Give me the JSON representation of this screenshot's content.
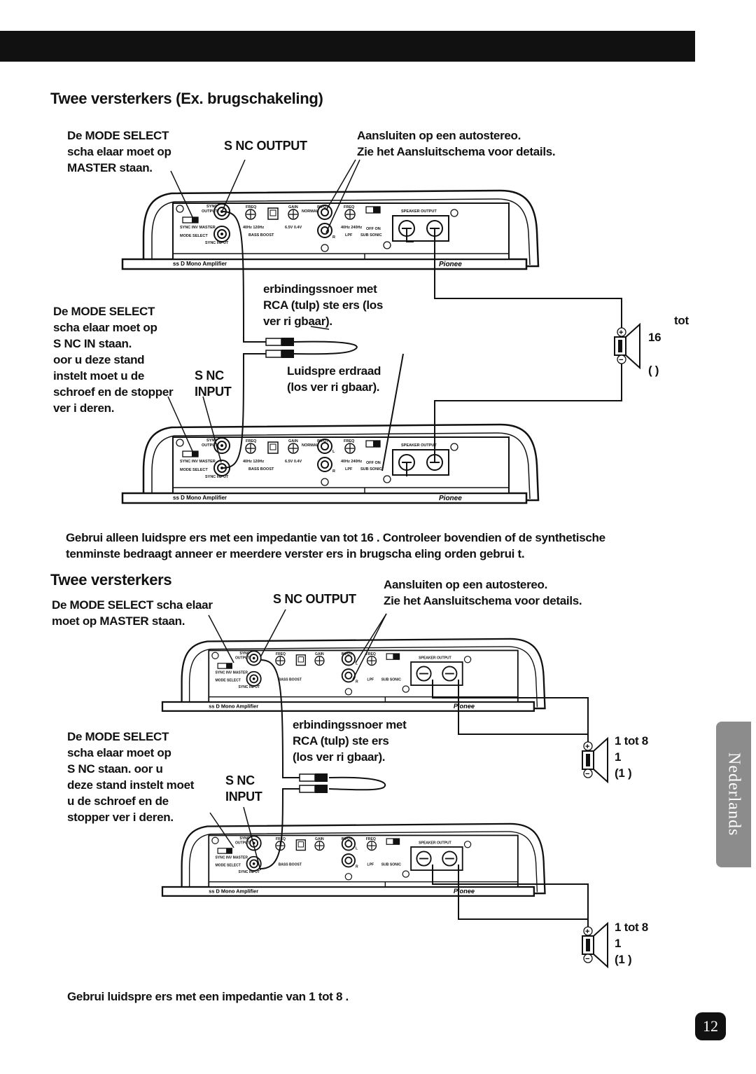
{
  "section1": {
    "title": "Twee versterkers (Ex. brugschakeling)",
    "mode_master": [
      "De MODE SELECT",
      "scha  elaar moet op",
      "MASTER staan."
    ],
    "sync_output": "S  NC OUTPUT",
    "autostereo": [
      "Aansluiten op een autostereo.",
      "Zie het Aansluitschema  voor details."
    ],
    "rca_cable": [
      "erbindingssnoer met",
      "RCA (tulp) ste    ers (los",
      "ver  ri gbaar)."
    ],
    "mode_syncin": [
      "De MODE SELECT",
      "scha  elaar moet op",
      "S  NC IN   staan.",
      "  oor u deze stand",
      "instelt  moet u de",
      "schroef en de stopper",
      "ver   i deren."
    ],
    "sync_input": [
      "S  NC",
      "INPUT"
    ],
    "speaker_wire": [
      "Luidspre  erdraad",
      "(los ver  ri gbaar)."
    ],
    "speaker_label": [
      "tot",
      "16",
      "(      )"
    ],
    "note": [
      "Gebrui   alleen luidspre  ers met een impedantie van       tot 16      . Controleer bovendien of de synthetische",
      "tenminste          bedraagt    anneer er meerdere verster  ers in brugscha  eling     orden gebrui  t."
    ]
  },
  "section2": {
    "title": "Twee versterkers",
    "mode_master": [
      "De MODE SELECT scha  elaar",
      "moet op MASTER staan."
    ],
    "sync_output": "S  NC OUTPUT",
    "autostereo": [
      "Aansluiten op een autostereo.",
      "Zie het Aansluitschema voor details."
    ],
    "rca_cable": [
      "erbindingssnoer met",
      "RCA (tulp) ste    ers",
      "(los ver  ri gbaar)."
    ],
    "mode_sync": [
      "De MODE SELECT",
      "scha  elaar moet op",
      "S  NC staan.   oor u",
      "deze stand instelt  moet",
      "u de schroef en de",
      "stopper ver   i deren."
    ],
    "sync_input": [
      "S  NC",
      "INPUT"
    ],
    "speaker_label_1": [
      "1       tot 8",
      "1",
      "(1      )"
    ],
    "speaker_label_2": [
      "1       tot 8",
      "1",
      "(1      )"
    ],
    "note": "Gebrui   luidspre  ers met een impedantie van 1     tot 8      ."
  },
  "amp_panel": {
    "sync": "SYNC",
    "output": "OUTPUT",
    "freq": "FREQ",
    "gain": "GAIN",
    "input": "INPUT",
    "normal": "NORMAL",
    "mode_select": "MODE SELECT",
    "sync_inv_master": "SYNC  INV  MASTER",
    "sync_input": "SYNC INPUT",
    "bass_boost": "BASS BOOST",
    "freq_vals": "40Hz  120Hz",
    "gain_vals": "6.5V  0.4V",
    "lpf_vals": "40Hz  240Hz",
    "lpf": "LPF",
    "sub_sonic": "SUB SONIC",
    "off_on": "OFF  ON",
    "speaker_output": "SPEAKER OUTPUT",
    "model": "ss  D  Mono  Amplifier",
    "brand": "Pionee",
    "ch_l": "L",
    "ch_r": "R"
  },
  "side_tab": "Nederlands",
  "page_number": "12"
}
